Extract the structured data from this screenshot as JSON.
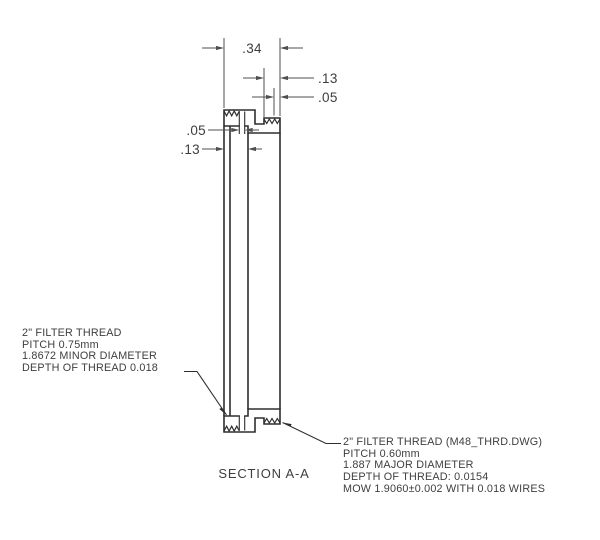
{
  "drawing": {
    "section_label": "SECTION A-A",
    "dimensions": {
      "overall_thickness": ".34",
      "right_step_large": ".13",
      "right_step_small": ".05",
      "left_slot_width": ".05",
      "left_step_depth": ".13"
    },
    "notes": {
      "left": {
        "lines": [
          "2\" FILTER THREAD",
          "PITCH 0.75mm",
          "1.8672 MINOR DIAMETER",
          "DEPTH OF THREAD 0.018"
        ]
      },
      "right": {
        "lines": [
          "2\" FILTER THREAD (M48_THRD.DWG)",
          "PITCH 0.60mm",
          "1.887 MAJOR DIAMETER",
          "DEPTH OF THREAD: 0.0154",
          "MOW 1.9060±0.002 WITH 0.018 WIRES"
        ]
      }
    },
    "colors": {
      "line": "#2e2e2e",
      "dimension": "#4f4f4f",
      "text": "#3e3e3e",
      "background": "#ffffff"
    }
  }
}
